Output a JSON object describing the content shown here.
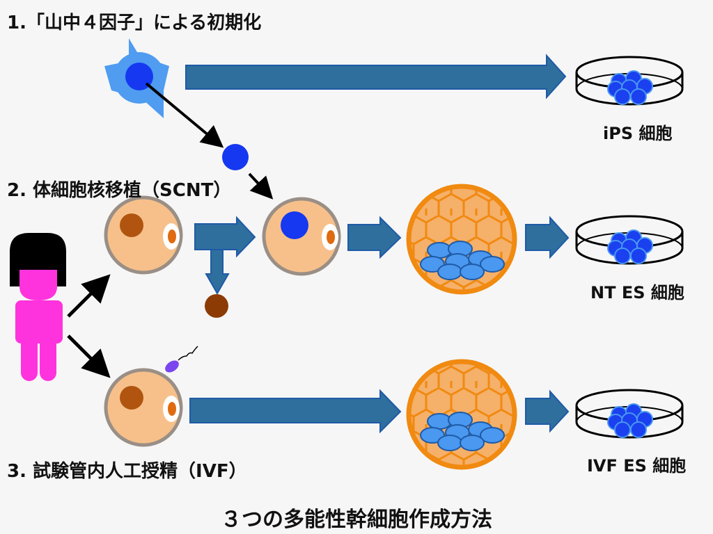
{
  "diagram": {
    "title": "３つの多能性幹細胞作成方法",
    "methods": [
      {
        "label": "1.「山中４因子」による初期化",
        "result": "iPS 細胞"
      },
      {
        "label": "2. 体細胞核移植（SCNT）",
        "result": "NT ES 細胞"
      },
      {
        "label": "3. 試験管内人工授精（IVF）",
        "result": "IVF ES 細胞"
      }
    ],
    "colors": {
      "arrow_fill": "#2e6f9e",
      "arrow_stroke": "#1f5aa6",
      "somatic_cell": "#4f9cf0",
      "nucleus_blue": "#1538f0",
      "egg_fill": "#f7c08a",
      "egg_rim": "#9a8f86",
      "egg_nucleus": "#b0540f",
      "polar_body": "#e06a10",
      "blastocyst": "#f0a050",
      "blastocyst_rim": "#f08a10",
      "icm_cells": "#4a98f0",
      "person_body": "#ff33dd",
      "person_hair": "#000000",
      "sperm": "#7b45f0",
      "colony": "#1a40f0",
      "dish_stroke": "#000000"
    }
  }
}
